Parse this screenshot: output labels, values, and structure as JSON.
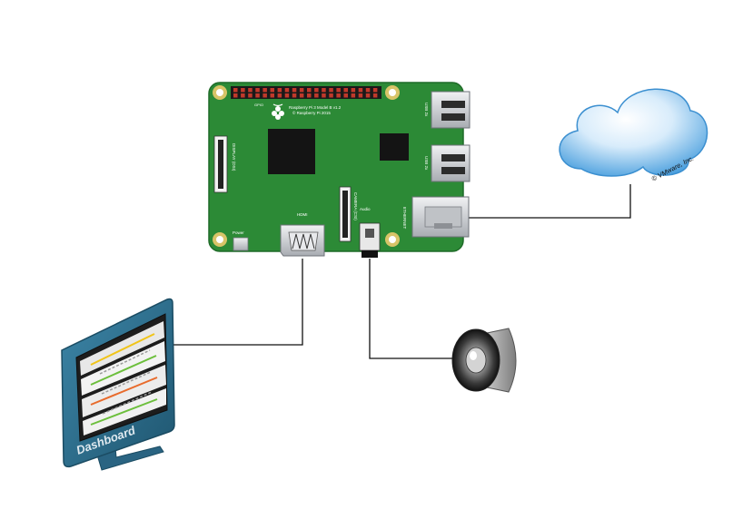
{
  "board": {
    "model_text": "Raspberry Pi 3 Model B v1.2",
    "copyright_text": "© Raspberry Pi 2015",
    "gpio_label": "GPIO",
    "usb_label": "USB 2x",
    "display_label": "DISPLAY (DSI)",
    "camera_label": "CAMERA (CSI)",
    "hdmi_label": "HDMI",
    "audio_label": "Audio",
    "ethernet_label": "ETHERNET",
    "power_label": "Power"
  },
  "cloud": {
    "credit_text": "© VMware, Inc."
  },
  "monitor": {
    "screen_label": "Dashboard"
  },
  "colors": {
    "pcb": "#2c8a36",
    "pcb_edge": "#1f6b28",
    "header_pins": "#c0392b",
    "chip": "#141414",
    "metal": "#c9ccd0",
    "connector_line": "#111111",
    "cloud": "#4da3e0",
    "monitor_frame": "#2e6f8e"
  }
}
